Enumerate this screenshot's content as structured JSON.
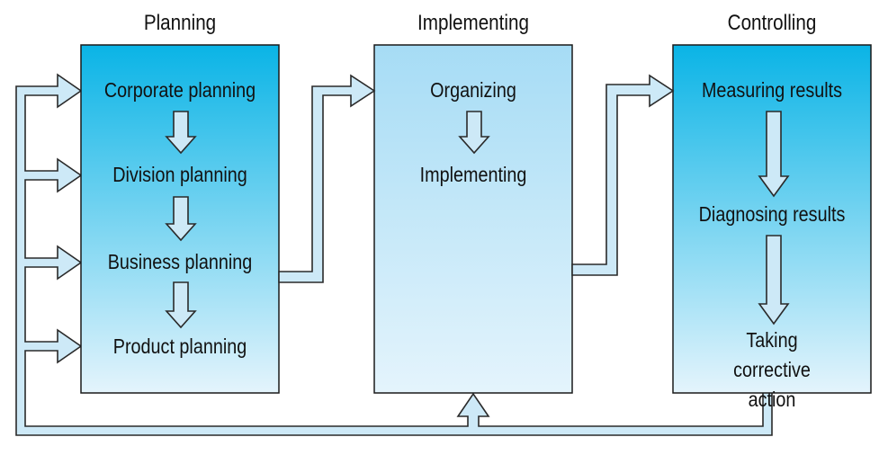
{
  "colors": {
    "box_top_strong": "#0ab4e6",
    "box_top_light": "#a6dcf5",
    "box_bottom": "#e4f4fc",
    "outline": "#1a1a1a",
    "arrow_fill": "#cde9f7",
    "arrow_stroke": "#2a2a2a"
  },
  "columns": [
    {
      "header": "Planning",
      "steps": [
        "Corporate planning",
        "Division planning",
        "Business planning",
        "Product planning"
      ]
    },
    {
      "header": "Implementing",
      "steps": [
        "Organizing",
        "Implementing"
      ]
    },
    {
      "header": "Controlling",
      "steps": [
        "Measuring results",
        "Diagnosing results",
        "Taking corrective action"
      ]
    }
  ]
}
